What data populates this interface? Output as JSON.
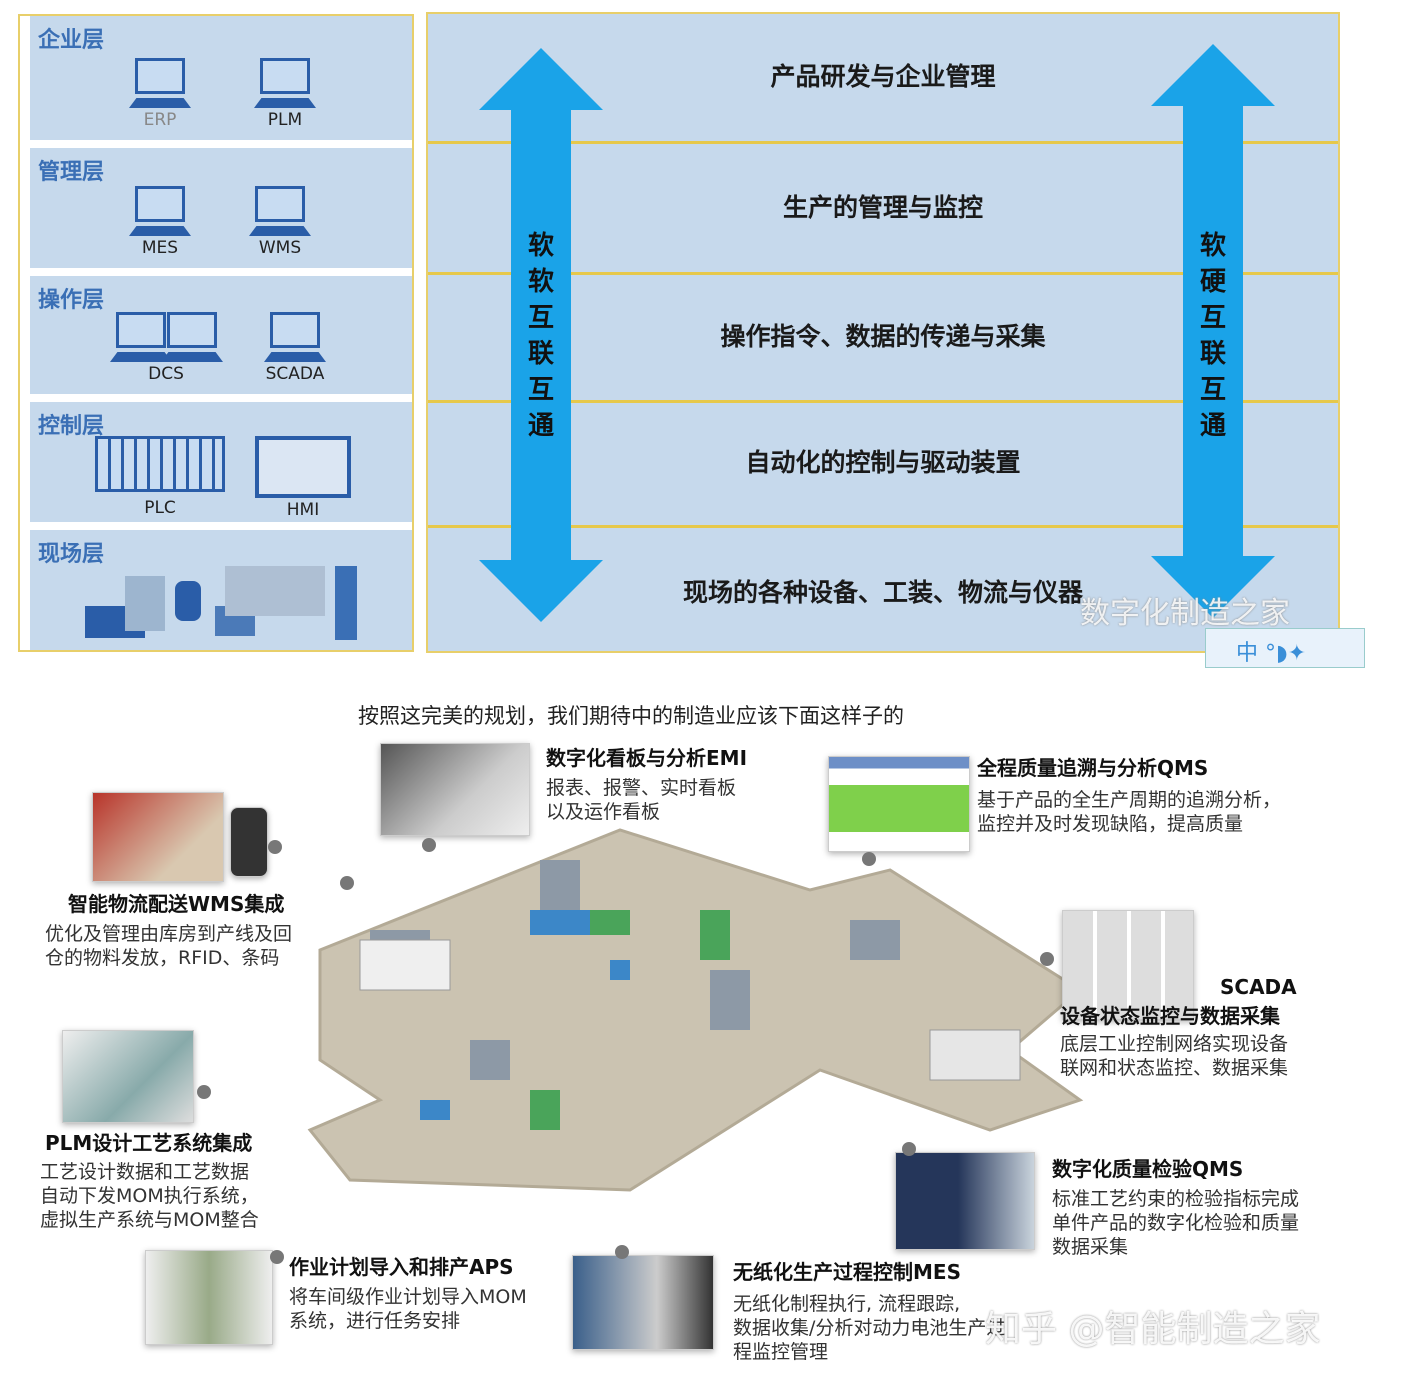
{
  "left_panel": {
    "layers": [
      {
        "name": "企业层",
        "devices": [
          "ERP",
          "PLM"
        ]
      },
      {
        "name": "管理层",
        "devices": [
          "MES",
          "WMS"
        ]
      },
      {
        "name": "操作层",
        "devices": [
          "DCS",
          "SCADA"
        ]
      },
      {
        "name": "控制层",
        "devices": [
          "PLC",
          "HMI"
        ]
      },
      {
        "name": "现场层",
        "devices": []
      }
    ]
  },
  "right_panel": {
    "rows": [
      "产品研发与企业管理",
      "生产的管理与监控",
      "操作指令、数据的传递与采集",
      "自动化的控制与驱动装置",
      "现场的各种设备、工装、物流与仪器"
    ],
    "left_arrow_label": "软软互联互通",
    "right_arrow_label": "软硬互联互通",
    "arrow_color": "#1aa3e8"
  },
  "watermarks": {
    "wechat": "数字化制造之家",
    "zhihu": "知乎 @智能制造之家",
    "ime": "中"
  },
  "subtitle": "按照这完美的规划，我们期待中的制造业应该下面这样子的",
  "callouts": {
    "emi": {
      "title": "数字化看板与分析EMI",
      "desc": [
        "报表、报警、实时看板",
        "以及运作看板"
      ]
    },
    "qms_trace": {
      "title": "全程质量追溯与分析QMS",
      "desc": [
        "基于产品的全生产周期的追溯分析，",
        "监控并及时发现缺陷，提高质量"
      ]
    },
    "wms": {
      "title": "智能物流配送WMS集成",
      "desc": [
        "优化及管理由库房到产线及回",
        "仓的物料发放，RFID、条码"
      ]
    },
    "scada": {
      "title": "SCADA",
      "title2": "设备状态监控与数据采集",
      "desc": [
        "底层工业控制网络实现设备",
        "联网和状态监控、数据采集"
      ]
    },
    "plm": {
      "title": "PLM设计工艺系统集成",
      "desc": [
        "工艺设计数据和工艺数据",
        "自动下发MOM执行系统，",
        "虚拟生产系统与MOM整合"
      ]
    },
    "qms_inspect": {
      "title": "数字化质量检验QMS",
      "desc": [
        "标准工艺约束的检验指标完成",
        "单件产品的数字化检验和质量",
        "数据采集"
      ]
    },
    "aps": {
      "title": "作业计划导入和排产APS",
      "desc": [
        "将车间级作业计划导入MOM",
        "系统，进行任务安排"
      ]
    },
    "mes": {
      "title": "无纸化生产过程控制MES",
      "desc": [
        "无纸化制程执行, 流程跟踪,",
        "数据收集/分析对动力电池生产过",
        "程监控管理"
      ]
    }
  }
}
